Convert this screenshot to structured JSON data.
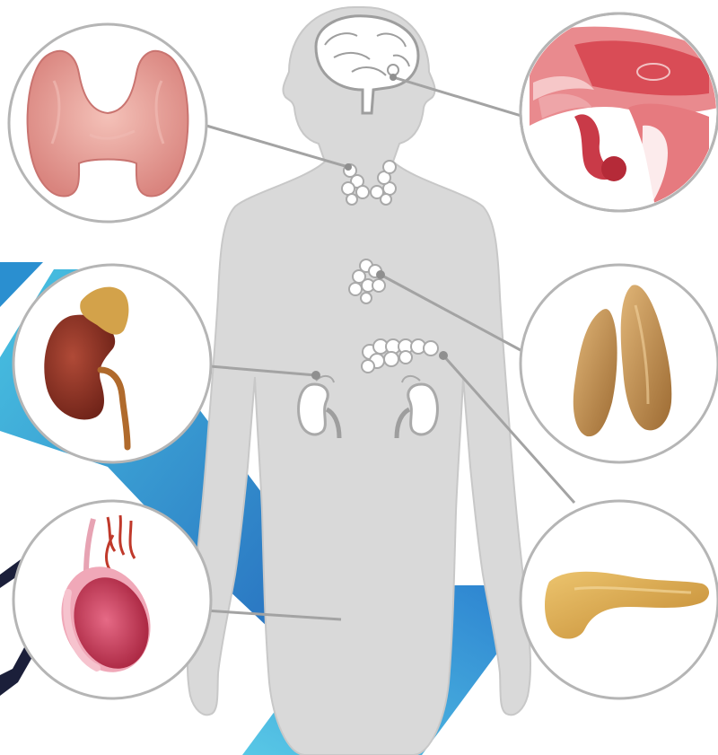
{
  "diagram": {
    "subject": "endocrine-system",
    "text_labels": [],
    "colors": {
      "body": "#d9d9d9",
      "body_outline": "#c8c8c8",
      "organ_outline": "#a9a9a9",
      "connector": "#a3a3a3",
      "circle_border": "#b5b5b5",
      "accent_blue": "#2a8fd0",
      "accent_cyan": "#3fbfe0",
      "accent_navy": "#1b1f3a",
      "thyroid": "#e8a19b",
      "pituitary": "#e37b80",
      "adrenal_kidney": "#8e2f22",
      "adrenal_cap": "#c9963a",
      "thymus": "#c9a066",
      "testis": "#c8405a",
      "pancreas": "#d9a650"
    },
    "callouts": [
      {
        "organ": "thyroid",
        "icon": "thyroid-icon"
      },
      {
        "organ": "pituitary",
        "icon": "pituitary-icon"
      },
      {
        "organ": "adrenal-kidney",
        "icon": "kidney-icon"
      },
      {
        "organ": "thymus",
        "icon": "thymus-icon"
      },
      {
        "organ": "testis",
        "icon": "testis-icon"
      },
      {
        "organ": "pancreas",
        "icon": "pancreas-icon"
      }
    ]
  }
}
